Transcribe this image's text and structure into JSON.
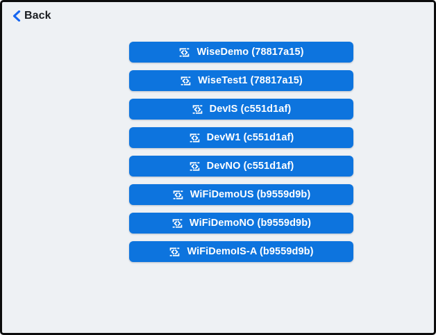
{
  "header": {
    "back_label": "Back"
  },
  "colors": {
    "window_background": "#eef1f4",
    "window_border": "#0c0c0c",
    "button_background": "#0d74de",
    "button_text": "#ffffff",
    "back_chevron": "#1766f0",
    "back_text": "#1a1d21"
  },
  "icons": {
    "back": "chevron-left-icon",
    "button": "code-sync-icon"
  },
  "environment_buttons": [
    {
      "label": "WiseDemo (78817a15)"
    },
    {
      "label": "WiseTest1 (78817a15)"
    },
    {
      "label": "DevIS (c551d1af)"
    },
    {
      "label": "DevW1 (c551d1af)"
    },
    {
      "label": "DevNO (c551d1af)"
    },
    {
      "label": "WiFiDemoUS (b9559d9b)"
    },
    {
      "label": "WiFiDemoNO (b9559d9b)"
    },
    {
      "label": "WiFiDemoIS-A (b9559d9b)"
    }
  ]
}
